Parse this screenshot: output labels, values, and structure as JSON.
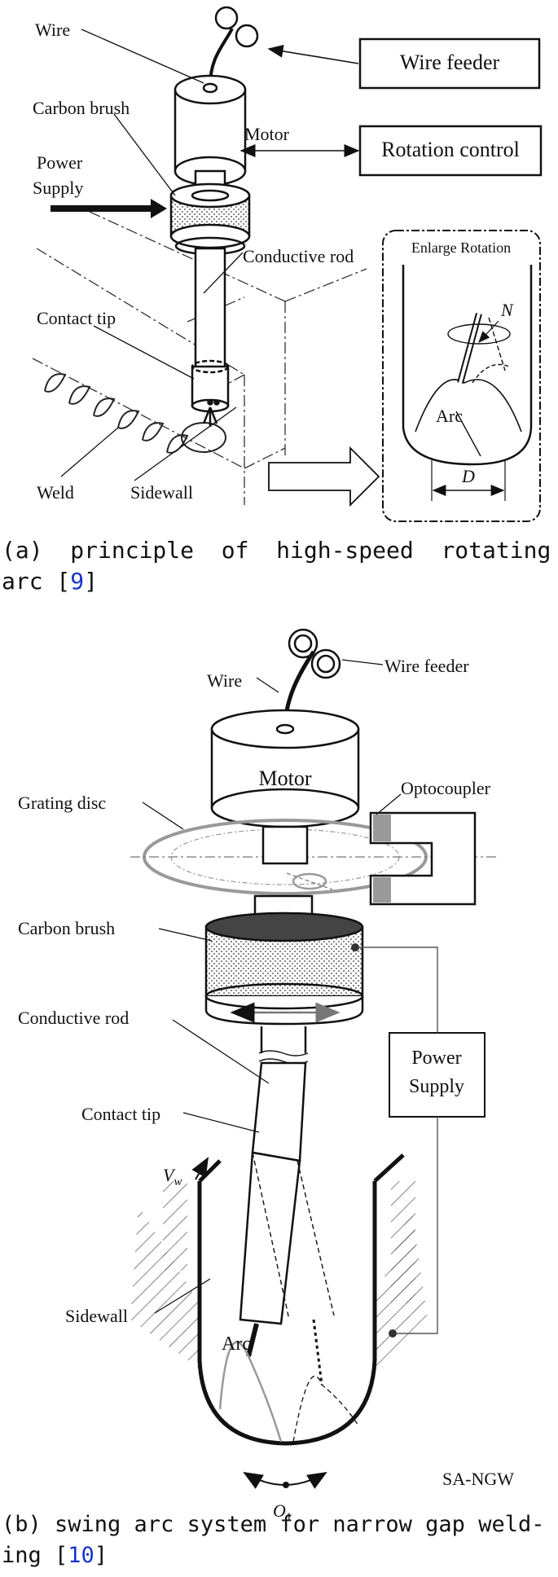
{
  "figure_a": {
    "labels": {
      "wire": "Wire",
      "wire_feeder": "Wire feeder",
      "carbon_brush": "Carbon brush",
      "motor": "Motor",
      "rotation_control": "Rotation control",
      "power": "Power",
      "supply": "Supply",
      "conductive_rod": "Conductive rod",
      "contact_tip": "Contact tip",
      "enlarge_rotation": "Enlarge Rotation",
      "n": "N",
      "arc": "Arc",
      "d": "D",
      "weld": "Weld",
      "sidewall": "Sidewall"
    },
    "caption": {
      "line1": "(a)  principle  of  high-speed  rotating",
      "line2_prefix": "arc [",
      "ref": "9",
      "line2_suffix": "]"
    }
  },
  "figure_b": {
    "labels": {
      "wire": "Wire",
      "wire_feeder": "Wire feeder",
      "motor": "Motor",
      "optocoupler": "Optocoupler",
      "grating_disc": "Grating disc",
      "carbon_brush": "Carbon brush",
      "conductive_rod": "Conductive rod",
      "power": "Power",
      "supply": "Supply",
      "contact_tip": "Contact tip",
      "vw": "V",
      "vw_sub": "w",
      "sidewall": "Sidewall",
      "arc": "Arc",
      "o1": "O",
      "o1_sub": "1",
      "sa_ngw": "SA-NGW"
    },
    "caption": {
      "line1": "(b) swing arc system for narrow gap weld-",
      "line2_prefix": "ing [",
      "ref": "10",
      "line2_suffix": "]"
    }
  }
}
